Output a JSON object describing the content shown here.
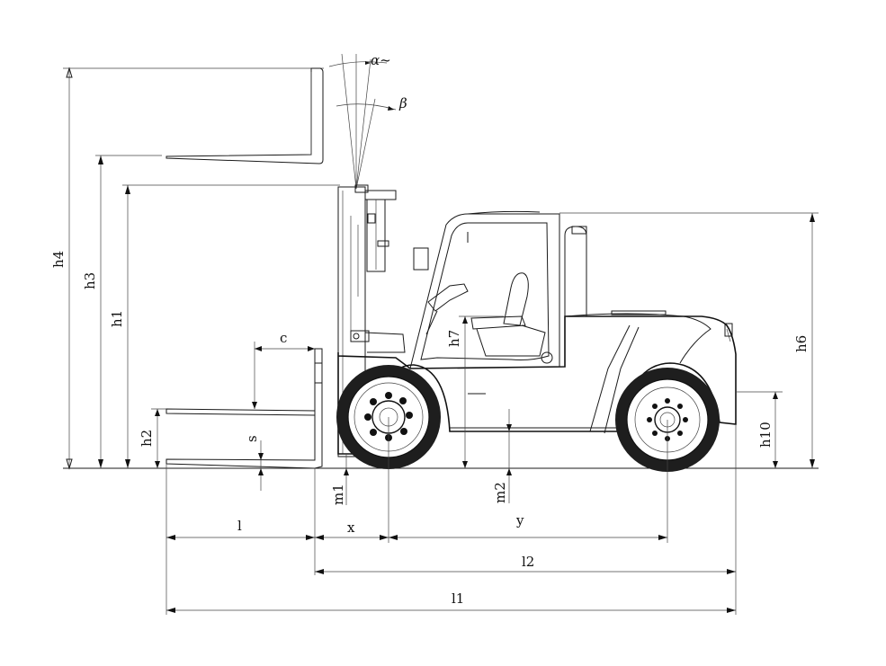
{
  "labels": {
    "h4": "h4",
    "h3": "h3",
    "h1": "h1",
    "h2": "h2",
    "h6": "h6",
    "h7": "h7",
    "h10": "h10",
    "c": "c",
    "s": "s",
    "m1": "m1",
    "m2": "m2",
    "l": "l",
    "x": "x",
    "y": "y",
    "l2": "l2",
    "l1": "l1",
    "alpha": "α~",
    "beta": "β"
  }
}
